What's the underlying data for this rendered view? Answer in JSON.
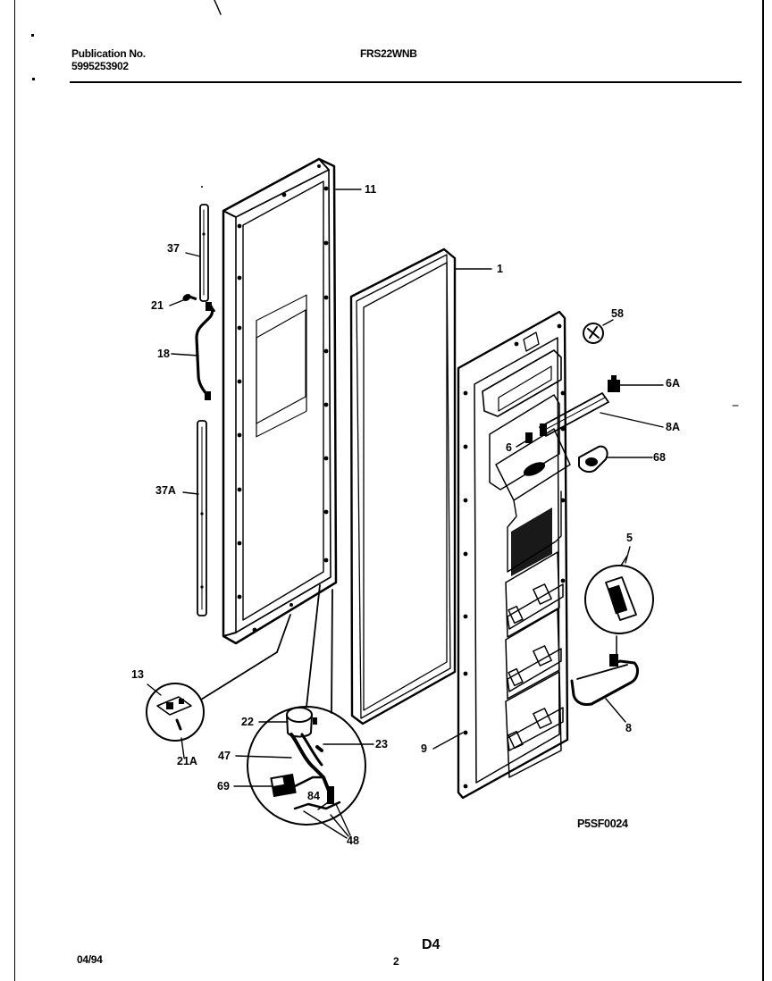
{
  "header": {
    "publication_label": "Publication No.",
    "publication_number": "5995253902",
    "model": "FRS22WNB"
  },
  "footer": {
    "date": "04/94",
    "page_number": "2",
    "section_code": "D4",
    "diagram_code": "P5SF0024"
  },
  "part_labels": {
    "p11": "11",
    "p1": "1",
    "p37": "37",
    "p21": "21",
    "p18": "18",
    "p37A": "37A",
    "p58": "58",
    "p6A": "6A",
    "p8A": "8A",
    "p6": "6",
    "p68": "68",
    "p5": "5",
    "p8": "8",
    "p9": "9",
    "p13": "13",
    "p21A": "21A",
    "p22": "22",
    "p23": "23",
    "p47": "47",
    "p69": "69",
    "p84": "84",
    "p48": "48"
  }
}
